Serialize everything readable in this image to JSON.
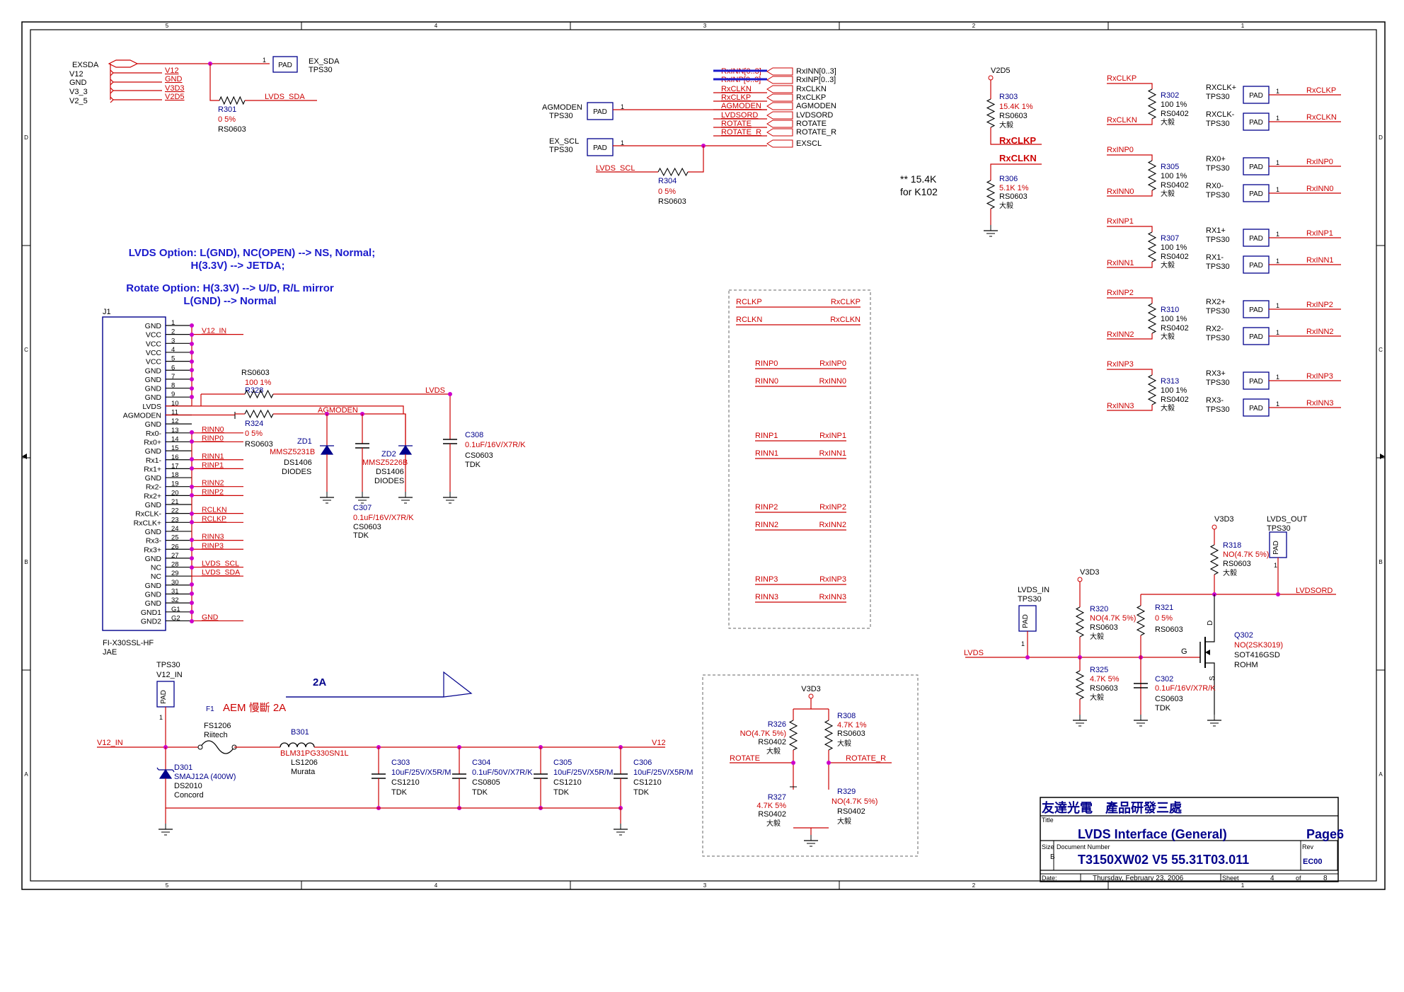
{
  "colors": {
    "wire": "#cc0000",
    "net": "#cc0000",
    "label": "#000000",
    "ref": "#00008b",
    "junction": "#cc00cc",
    "border": "#000000",
    "note": "#1a1acc",
    "bus": "#1a1acc"
  },
  "border": {
    "top_numbers": [
      "5",
      "4",
      "3",
      "2",
      "1"
    ],
    "bottom_numbers": [
      "5",
      "4",
      "3",
      "2",
      "1"
    ],
    "side_letters": [
      "D",
      "C",
      "B",
      "A"
    ]
  },
  "ex_block": {
    "exsda": "EXSDA",
    "v12": "V12",
    "gnd": "GND",
    "v3_3": "V3_3",
    "v2_5": "V2_5",
    "net_v12": "V12",
    "net_gnd": "GND",
    "net_v3d3": "V3D3",
    "net_v2d5": "V2D5",
    "pad_ex_sda": "PAD",
    "pin_ex_sda": "1",
    "ex_sda_name": "EX_SDA",
    "ex_sda_type": "TPS30",
    "r301_ref": "R301",
    "r301_val": "0 5%",
    "r301_pkg": "RS0603",
    "net_lvds_sda": "LVDS_SDA"
  },
  "bus_block": {
    "left": [
      "RxINN[0..3]",
      "RxINP[0..3]",
      "RxCLKN",
      "RxCLKP",
      "AGMODEN",
      "LVDSORD",
      "ROTATE",
      "ROTATE_R"
    ],
    "right": [
      "RxINN[0..3]",
      "RxINP[0..3]",
      "RxCLKN",
      "RxCLKP",
      "AGMODEN",
      "LVDSORD",
      "ROTATE",
      "ROTATE_R",
      "EXSCL"
    ],
    "agmoden_name": "AGMODEN",
    "agmoden_type": "TPS30",
    "pad": "PAD",
    "pin": "1",
    "exscl_name": "EX_SCL",
    "exscl_type": "TPS30",
    "net_lvds_scl": "LVDS_SCL",
    "r304_ref": "R304",
    "r304_val": "0 5%",
    "r304_pkg": "RS0603"
  },
  "v2d5_block": {
    "v2d5": "V2D5",
    "r303_ref": "R303",
    "r303_val": "15.4K 1%",
    "r303_pkg": "RS0603",
    "r303_mfg": "大毅",
    "rxclkp": "RxCLKP",
    "rxclkn": "RxCLKN",
    "r306_ref": "R306",
    "r306_val": "5.1K 1%",
    "r306_pkg": "RS0603",
    "r306_mfg": "大毅",
    "note1": "** 15.4K",
    "note2": "for K102"
  },
  "terminations": [
    {
      "np": "RxCLKP",
      "nn": "RxCLKN",
      "ref": "R302",
      "val": "100 1%",
      "pkg": "RS0402",
      "mfg": "大毅",
      "p_name": "RXCLK+",
      "n_name": "RXCLK-",
      "type": "TPS30",
      "p_net": "RxCLKP",
      "n_net": "RxCLKN"
    },
    {
      "np": "RxINP0",
      "nn": "RxINN0",
      "ref": "R305",
      "val": "100 1%",
      "pkg": "RS0402",
      "mfg": "大毅",
      "p_name": "RX0+",
      "n_name": "RX0-",
      "type": "TPS30",
      "p_net": "RxINP0",
      "n_net": "RxINN0"
    },
    {
      "np": "RxINP1",
      "nn": "RxINN1",
      "ref": "R307",
      "val": "100 1%",
      "pkg": "RS0402",
      "mfg": "大毅",
      "p_name": "RX1+",
      "n_name": "RX1-",
      "type": "TPS30",
      "p_net": "RxINP1",
      "n_net": "RxINN1"
    },
    {
      "np": "RxINP2",
      "nn": "RxINN2",
      "ref": "R310",
      "val": "100 1%",
      "pkg": "RS0402",
      "mfg": "大毅",
      "p_name": "RX2+",
      "n_name": "RX2-",
      "type": "TPS30",
      "p_net": "RxINP2",
      "n_net": "RxINN2"
    },
    {
      "np": "RxINP3",
      "nn": "RxINN3",
      "ref": "R313",
      "val": "100 1%",
      "pkg": "RS0402",
      "mfg": "大毅",
      "p_name": "RX3+",
      "n_name": "RX3-",
      "type": "TPS30",
      "p_net": "RxINP3",
      "n_net": "RxINN3"
    }
  ],
  "term_pad": "PAD",
  "term_pin": "1",
  "options": {
    "line1": "LVDS Option: L(GND), NC(OPEN) --> NS, Normal;",
    "line2": "H(3.3V) --> JETDA;",
    "line3": "Rotate Option: H(3.3V) --> U/D, R/L mirror",
    "line4": "L(GND) --> Normal"
  },
  "connector": {
    "ref": "J1",
    "part": "FI-X30SSL-HF",
    "mfg": "JAE",
    "pins": [
      {
        "name": "GND",
        "num": "1",
        "net": ""
      },
      {
        "name": "VCC",
        "num": "2",
        "net": "V12_IN"
      },
      {
        "name": "VCC",
        "num": "3",
        "net": ""
      },
      {
        "name": "VCC",
        "num": "4",
        "net": ""
      },
      {
        "name": "VCC",
        "num": "5",
        "net": ""
      },
      {
        "name": "GND",
        "num": "6",
        "net": ""
      },
      {
        "name": "GND",
        "num": "7",
        "net": ""
      },
      {
        "name": "GND",
        "num": "8",
        "net": ""
      },
      {
        "name": "GND",
        "num": "9",
        "net": ""
      },
      {
        "name": "LVDS",
        "num": "10",
        "net": ""
      },
      {
        "name": "AGMODEN",
        "num": "11",
        "net": ""
      },
      {
        "name": "GND",
        "num": "12",
        "net": ""
      },
      {
        "name": "Rx0-",
        "num": "13",
        "net": "RINN0"
      },
      {
        "name": "Rx0+",
        "num": "14",
        "net": "RINP0"
      },
      {
        "name": "GND",
        "num": "15",
        "net": ""
      },
      {
        "name": "Rx1-",
        "num": "16",
        "net": "RINN1"
      },
      {
        "name": "Rx1+",
        "num": "17",
        "net": "RINP1"
      },
      {
        "name": "GND",
        "num": "18",
        "net": ""
      },
      {
        "name": "Rx2-",
        "num": "19",
        "net": "RINN2"
      },
      {
        "name": "Rx2+",
        "num": "20",
        "net": "RINP2"
      },
      {
        "name": "GND",
        "num": "21",
        "net": ""
      },
      {
        "name": "RxCLK-",
        "num": "22",
        "net": "RCLKN"
      },
      {
        "name": "RxCLK+",
        "num": "23",
        "net": "RCLKP"
      },
      {
        "name": "GND",
        "num": "24",
        "net": ""
      },
      {
        "name": "Rx3-",
        "num": "25",
        "net": "RINN3"
      },
      {
        "name": "Rx3+",
        "num": "26",
        "net": "RINP3"
      },
      {
        "name": "GND",
        "num": "27",
        "net": ""
      },
      {
        "name": "NC",
        "num": "28",
        "net": "LVDS_SCL"
      },
      {
        "name": "NC",
        "num": "29",
        "net": "LVDS_SDA"
      },
      {
        "name": "GND",
        "num": "30",
        "net": ""
      },
      {
        "name": "GND",
        "num": "31",
        "net": ""
      },
      {
        "name": "GND",
        "num": "32",
        "net": ""
      },
      {
        "name": "GND1",
        "num": "G1",
        "net": ""
      },
      {
        "name": "GND2",
        "num": "G2",
        "net": "GND"
      }
    ]
  },
  "lvds_ctrl": {
    "r328_pkg": "RS0603",
    "r328_val": "100 1%",
    "r328_ref": "R328",
    "r324_ref": "R324",
    "r324_val": "0 5%",
    "r324_pkg": "RS0603",
    "net_agmoden": "AGMODEN",
    "net_lvds": "LVDS",
    "zd1_ref": "ZD1",
    "zd1_val": "MMSZ5231B",
    "zd1_pkg": "DS1406",
    "zd1_mfg": "DIODES",
    "zd2_ref": "ZD2",
    "zd2_val": "MMSZ5226B",
    "zd2_pkg": "DS1406",
    "zd2_mfg": "DIODES",
    "c307_ref": "C307",
    "c307_val": "0.1uF/16V/X7R/K",
    "c307_pkg": "CS0603",
    "c307_mfg": "TDK",
    "c308_ref": "C308",
    "c308_val": "0.1uF/16V/X7R/K",
    "c308_pkg": "CS0603",
    "c308_mfg": "TDK"
  },
  "mapping": [
    [
      "RCLKP",
      "RxCLKP"
    ],
    [
      "RCLKN",
      "RxCLKN"
    ],
    [
      "RINP0",
      "RxINP0"
    ],
    [
      "RINN0",
      "RxINN0"
    ],
    [
      "RINP1",
      "RxINP1"
    ],
    [
      "RINN1",
      "RxINN1"
    ],
    [
      "RINP2",
      "RxINP2"
    ],
    [
      "RINN2",
      "RxINN2"
    ],
    [
      "RINP3",
      "RxINP3"
    ],
    [
      "RINN3",
      "RxINN3"
    ]
  ],
  "lvdsord": {
    "v3d3_a": "V3D3",
    "lvds_out": "LVDS_OUT",
    "lvds_out_type": "TPS30",
    "pad": "PAD",
    "pin": "1",
    "r318_ref": "R318",
    "r318_val": "NO(4.7K 5%)",
    "r318_pkg": "RS0603",
    "r318_mfg": "大毅",
    "net_lvdsord": "LVDSORD",
    "v3d3_b": "V3D3",
    "lvds_in": "LVDS_IN",
    "lvds_in_type": "TPS30",
    "r320_ref": "R320",
    "r320_val": "NO(4.7K 5%)",
    "r320_pkg": "RS0603",
    "r320_mfg": "大毅",
    "r321_ref": "R321",
    "r321_val": "0 5%",
    "r321_pkg": "RS0603",
    "q302_ref": "Q302",
    "q302_val": "NO(2SK3019)",
    "q302_pkg": "SOT416GSD",
    "q302_mfg": "ROHM",
    "d": "D",
    "g": "G",
    "s": "S",
    "net_lvds": "LVDS",
    "r325_ref": "R325",
    "r325_val": "4.7K 5%",
    "r325_pkg": "RS0603",
    "r325_mfg": "大毅",
    "c302_ref": "C302",
    "c302_val": "0.1uF/16V/X7R/K",
    "c302_pkg": "CS0603",
    "c302_mfg": "TDK"
  },
  "rotate": {
    "v3d3": "V3D3",
    "r326_ref": "R326",
    "r326_val": "NO(4.7K 5%)",
    "r326_pkg": "RS0402",
    "r326_mfg": "大毅",
    "r308_ref": "R308",
    "r308_val": "4.7K 1%",
    "r308_pkg": "RS0603",
    "r308_mfg": "大毅",
    "net_rotate": "ROTATE",
    "net_rotate_r": "ROTATE_R",
    "r327_ref": "R327",
    "r327_val": "4.7K 5%",
    "r327_pkg": "RS0402",
    "r327_mfg": "大毅",
    "r329_ref": "R329",
    "r329_val": "NO(4.7K 5%)",
    "r329_pkg": "RS0402",
    "r329_mfg": "大毅"
  },
  "power": {
    "tps30": "TPS30",
    "v12_in_pad": "V12_IN",
    "pad": "PAD",
    "pin": "1",
    "current": "2A",
    "f1_ref": "F1",
    "f1_val": "AEM 慢斷 2A",
    "f1_pkg": "FS1206",
    "f1_mfg": "Riitech",
    "b301_ref": "B301",
    "b301_val": "BLM31PG330SN1L",
    "b301_pkg": "LS1206",
    "b301_mfg": "Murata",
    "net_v12_in": "V12_IN",
    "net_v12": "V12",
    "d301_ref": "D301",
    "d301_val": "SMAJ12A (400W)",
    "d301_pkg": "DS2010",
    "d301_mfg": "Concord",
    "caps": [
      {
        "ref": "C303",
        "val": "10uF/25V/X5R/M",
        "pkg": "CS1210",
        "mfg": "TDK"
      },
      {
        "ref": "C304",
        "val": "0.1uF/50V/X7R/K",
        "pkg": "CS0805",
        "mfg": "TDK"
      },
      {
        "ref": "C305",
        "val": "10uF/25V/X5R/M",
        "pkg": "CS1210",
        "mfg": "TDK"
      },
      {
        "ref": "C306",
        "val": "10uF/25V/X5R/M",
        "pkg": "CS1210",
        "mfg": "TDK"
      }
    ]
  },
  "title_block": {
    "company": "友達光電　產品研發三處",
    "title_label": "Title",
    "title": "LVDS Interface (General)",
    "page": "Page6",
    "size_label": "Size",
    "size": "B",
    "docnum_label": "Document Number",
    "docnum": "T3150XW02 V5 55.31T03.011",
    "rev_label": "Rev",
    "rev": "EC00",
    "date_label": "Date:",
    "date": "Thursday, February 23, 2006",
    "sheet_label": "Sheet",
    "sheet": "4",
    "of_label": "of",
    "of": "8"
  }
}
